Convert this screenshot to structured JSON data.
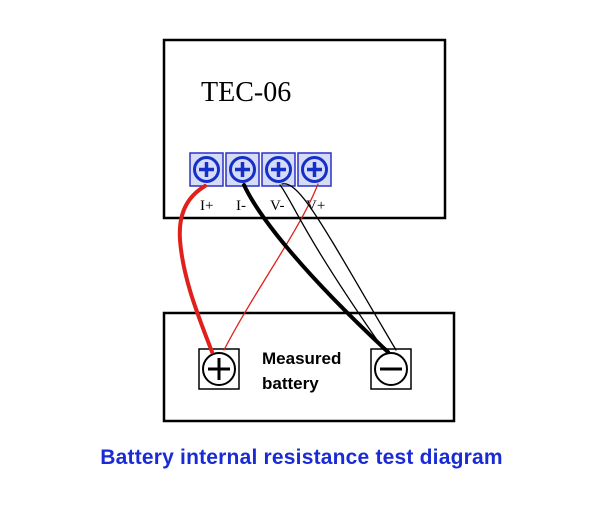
{
  "device": {
    "model": "TEC-06",
    "terminals": [
      "I+",
      "I-",
      "V-",
      "V+"
    ]
  },
  "battery": {
    "label_line1": "Measured",
    "label_line2": "battery"
  },
  "caption": "Battery internal resistance test diagram",
  "colors": {
    "box_stroke": "#000000",
    "terminal_fill": "#d6dcf6",
    "terminal_stroke": "#2a31c8",
    "terminal_symbol": "#1530c8",
    "wire_current_pos": "#e0201a",
    "wire_current_neg": "#000000",
    "wire_sense": "#000000",
    "wire_sense_pos": "#e0201a",
    "caption": "#1a2bd6"
  }
}
